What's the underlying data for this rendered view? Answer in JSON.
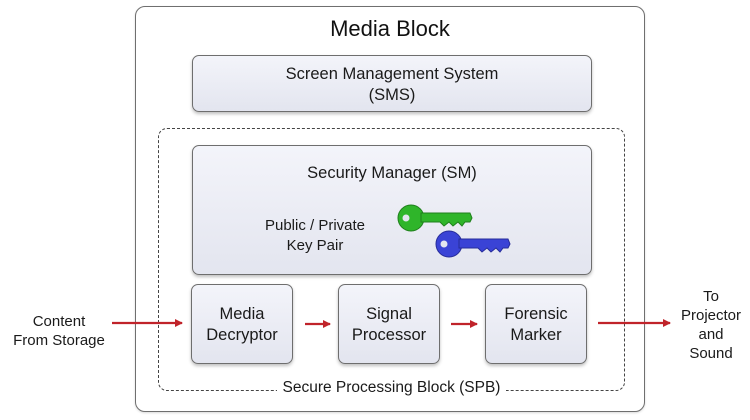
{
  "media_block": {
    "title": "Media Block"
  },
  "sms": {
    "line1": "Screen Management System",
    "line2": "(SMS)"
  },
  "security_manager": {
    "title": "Security Manager (SM)",
    "key_label_line1": "Public / Private",
    "key_label_line2": "Key Pair",
    "keys": [
      {
        "icon": "key-icon",
        "color": "#2fb52a"
      },
      {
        "icon": "key-icon",
        "color": "#3a43d6"
      }
    ]
  },
  "processing": [
    {
      "line1": "Media",
      "line2": "Decryptor"
    },
    {
      "line1": "Signal",
      "line2": "Processor"
    },
    {
      "line1": "Forensic",
      "line2": "Marker"
    }
  ],
  "spb": {
    "label": "Secure Processing Block (SPB)"
  },
  "input": {
    "line1": "Content",
    "line2": "From Storage"
  },
  "output": {
    "line1": "To",
    "line2": "Projector",
    "line3": "and",
    "line4": "Sound"
  },
  "colors": {
    "arrow": "#c0232a",
    "box_border": "#6e6e6e"
  }
}
